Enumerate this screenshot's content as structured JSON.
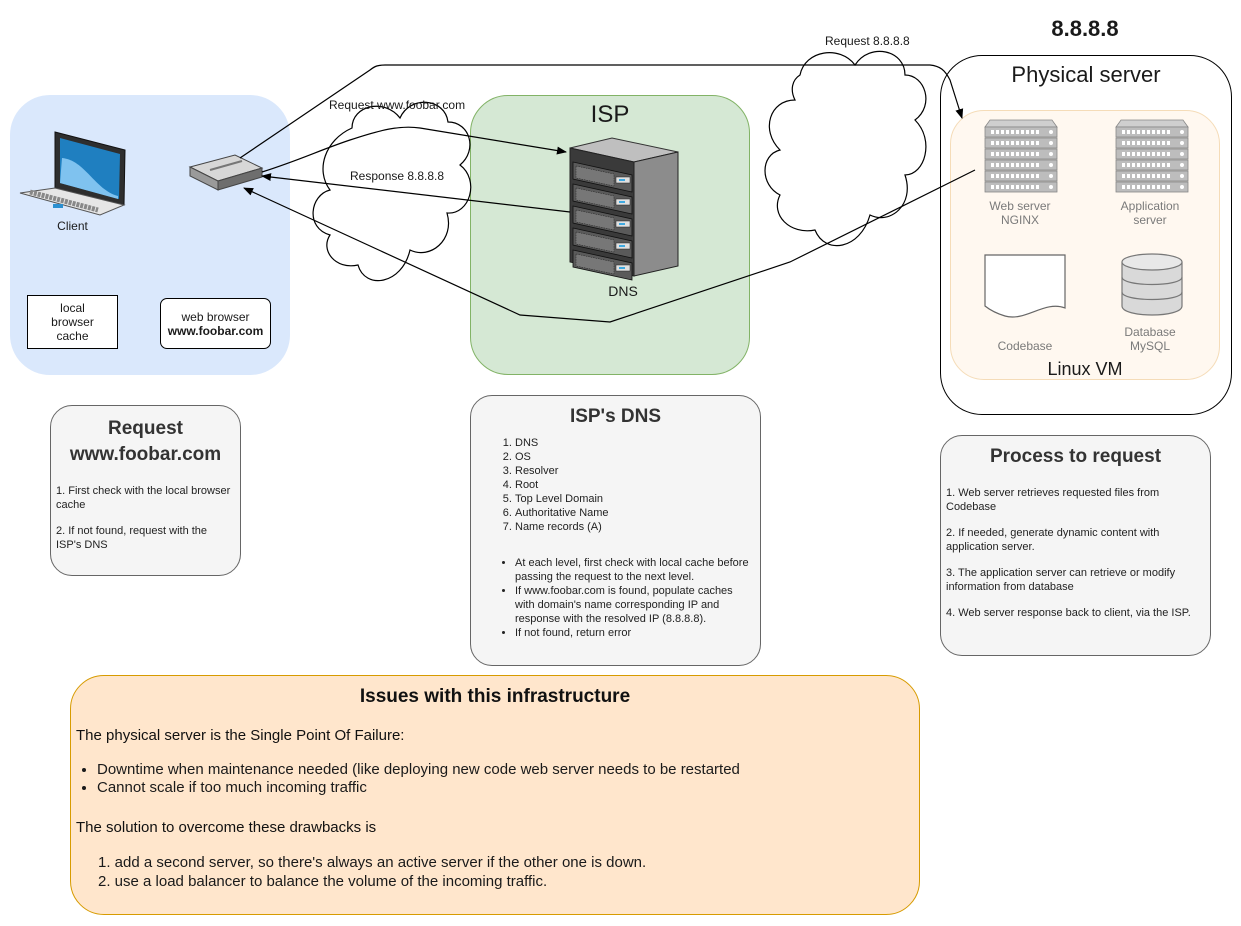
{
  "client": {
    "label": "Client",
    "cache_label": "local browser cache",
    "browser_line1": "web browser",
    "browser_line2": "www.foobar.com"
  },
  "isp": {
    "title": "ISP",
    "dns_label": "DNS"
  },
  "arrows": {
    "request_domain": "Request www.foobar.com",
    "response_ip": "Response 8.8.8.8",
    "request_ip": "Request 8.8.8.8"
  },
  "server": {
    "ip": "8.8.8.8",
    "title": "Physical server",
    "vm_label": "Linux VM",
    "web_server_line1": "Web server",
    "web_server_line2": "NGINX",
    "app_server_line1": "Application",
    "app_server_line2": "server",
    "codebase": "Codebase",
    "db_line1": "Database",
    "db_line2": "MySQL"
  },
  "request_note": {
    "title_line1": "Request",
    "title_line2": "www.foobar.com",
    "items": [
      "1. First check with the local browser cache",
      "2. If not found, request with the ISP's DNS"
    ]
  },
  "dns_note": {
    "title": "ISP's DNS",
    "levels": [
      "DNS",
      "OS",
      "Resolver",
      "Root",
      "Top Level Domain",
      "Authoritative Name",
      "Name records (A)"
    ],
    "bullets": [
      "At each level, first check with local cache before passing the request to the next level.",
      "If www.foobar.com is found, populate caches with domain's name corresponding IP and response with the resolved IP (8.8.8.8).",
      "If not found, return error"
    ]
  },
  "process_note": {
    "title": "Process to request",
    "items": [
      "1. Web server retrieves requested files from Codebase",
      "2. If needed, generate dynamic content with application server.",
      "3. The application server can retrieve or modify information from database",
      "4. Web server response back to client, via the ISP."
    ]
  },
  "issues": {
    "title": "Issues with this infrastructure",
    "intro": "The physical server is the Single Point Of Failure:",
    "bullets": [
      "Downtime when maintenance needed (like deploying new code web server needs to be restarted",
      "Cannot scale if too much incoming traffic"
    ],
    "solution_intro": "The solution to overcome these drawbacks is",
    "solutions": [
      "1. add a second server, so there's always an active server if the other one is down.",
      "2. use a load balancer to balance the volume of the incoming traffic."
    ]
  }
}
